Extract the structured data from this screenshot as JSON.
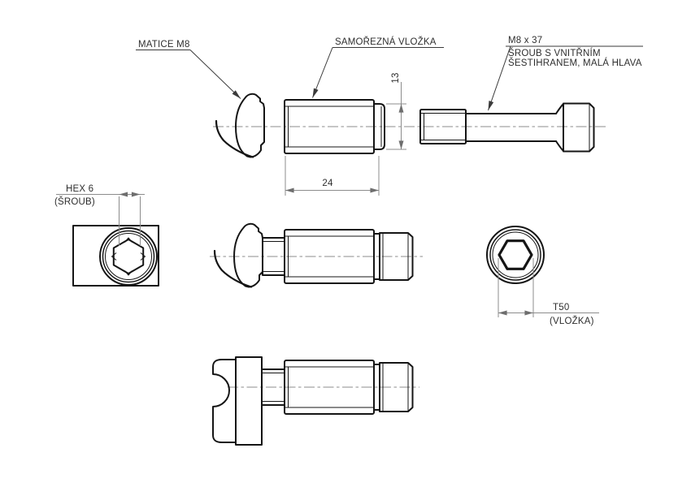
{
  "drawing": {
    "labels": {
      "nut": "MATICE M8",
      "insert": "SAMOŘEZNÁ VLOŽKA",
      "bolt_line1": "M8 x 37",
      "bolt_line2": "ŠROUB S VNITŘNÍM",
      "bolt_line3": "ŠESTIHRANEM, MALÁ HLAVA"
    },
    "dimensions": {
      "insert_length": "24",
      "tip_diameter": "13",
      "hex_size": "HEX 6",
      "hex_part": "(ŠROUB)",
      "torx_size": "T50",
      "torx_part": "(VLOŽKA)"
    },
    "colors": {
      "outline": "#151515",
      "dimension_lines": "#8c8c8c",
      "leader_lines": "#3a3a3a",
      "text": "#2e2e2e",
      "background": "#ffffff"
    }
  }
}
